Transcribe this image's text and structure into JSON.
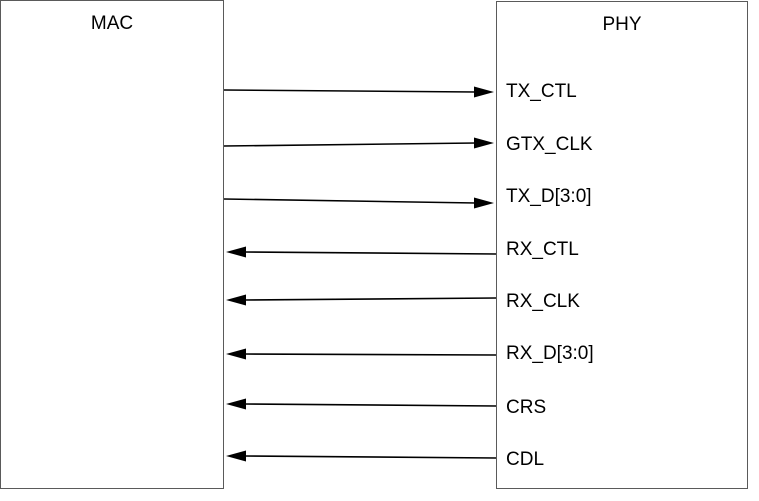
{
  "blocks": {
    "mac": {
      "title": "MAC"
    },
    "phy": {
      "title": "PHY"
    }
  },
  "signals": [
    {
      "name": "TX_CTL",
      "direction": "mac-to-phy"
    },
    {
      "name": "GTX_CLK",
      "direction": "mac-to-phy"
    },
    {
      "name": "TX_D[3:0]",
      "direction": "mac-to-phy"
    },
    {
      "name": "RX_CTL",
      "direction": "phy-to-mac"
    },
    {
      "name": "RX_CLK",
      "direction": "phy-to-mac"
    },
    {
      "name": "RX_D[3:0]",
      "direction": "phy-to-mac"
    },
    {
      "name": "CRS",
      "direction": "phy-to-mac"
    },
    {
      "name": "CDL",
      "direction": "phy-to-mac"
    }
  ]
}
